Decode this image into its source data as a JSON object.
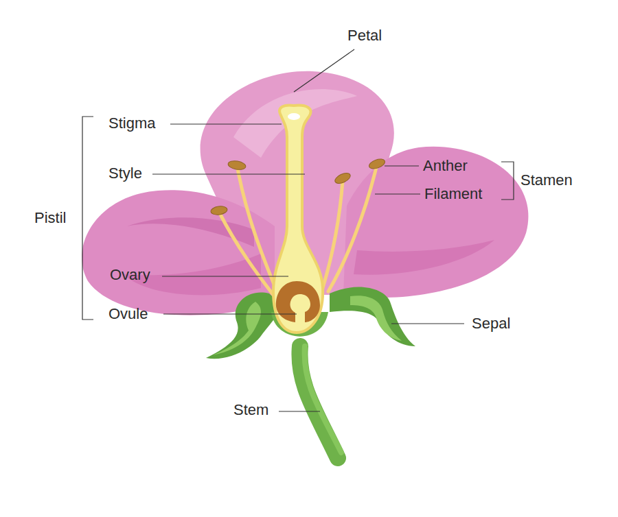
{
  "diagram": {
    "labels": [
      "Petal",
      "Stigma",
      "Anther",
      "Style",
      "Stamen",
      "Filament",
      "Pistil",
      "Ovary",
      "Ovule",
      "Sepal",
      "Stem"
    ]
  }
}
